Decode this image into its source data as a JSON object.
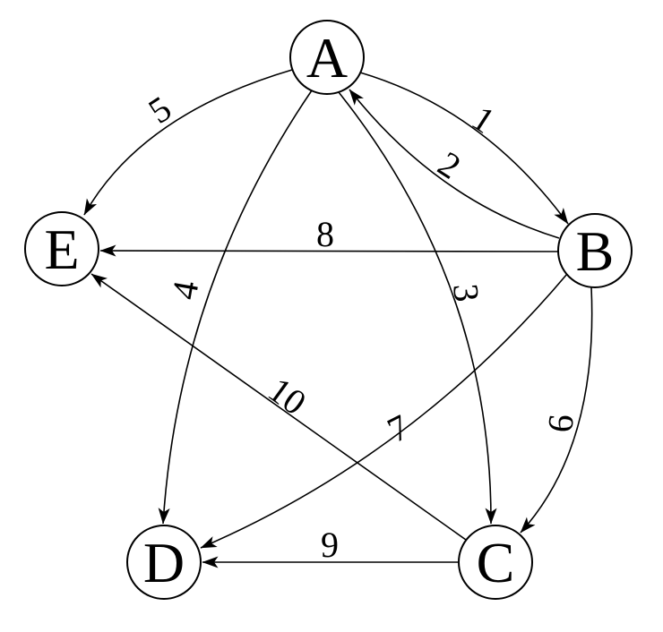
{
  "diagram": {
    "type": "directed-graph",
    "background_color": "#ffffff",
    "stroke_color": "#000000",
    "nodes": [
      {
        "id": "A",
        "label": "A"
      },
      {
        "id": "B",
        "label": "B"
      },
      {
        "id": "C",
        "label": "C"
      },
      {
        "id": "D",
        "label": "D"
      },
      {
        "id": "E",
        "label": "E"
      }
    ],
    "edges": [
      {
        "label": "1",
        "from": "A",
        "to": "B"
      },
      {
        "label": "2",
        "from": "B",
        "to": "A"
      },
      {
        "label": "3",
        "from": "A",
        "to": "C"
      },
      {
        "label": "4",
        "from": "A",
        "to": "D"
      },
      {
        "label": "5",
        "from": "A",
        "to": "E"
      },
      {
        "label": "6",
        "from": "B",
        "to": "C"
      },
      {
        "label": "7",
        "from": "B",
        "to": "D"
      },
      {
        "label": "8",
        "from": "B",
        "to": "E"
      },
      {
        "label": "9",
        "from": "C",
        "to": "D"
      },
      {
        "label": "10",
        "from": "C",
        "to": "E"
      }
    ]
  }
}
